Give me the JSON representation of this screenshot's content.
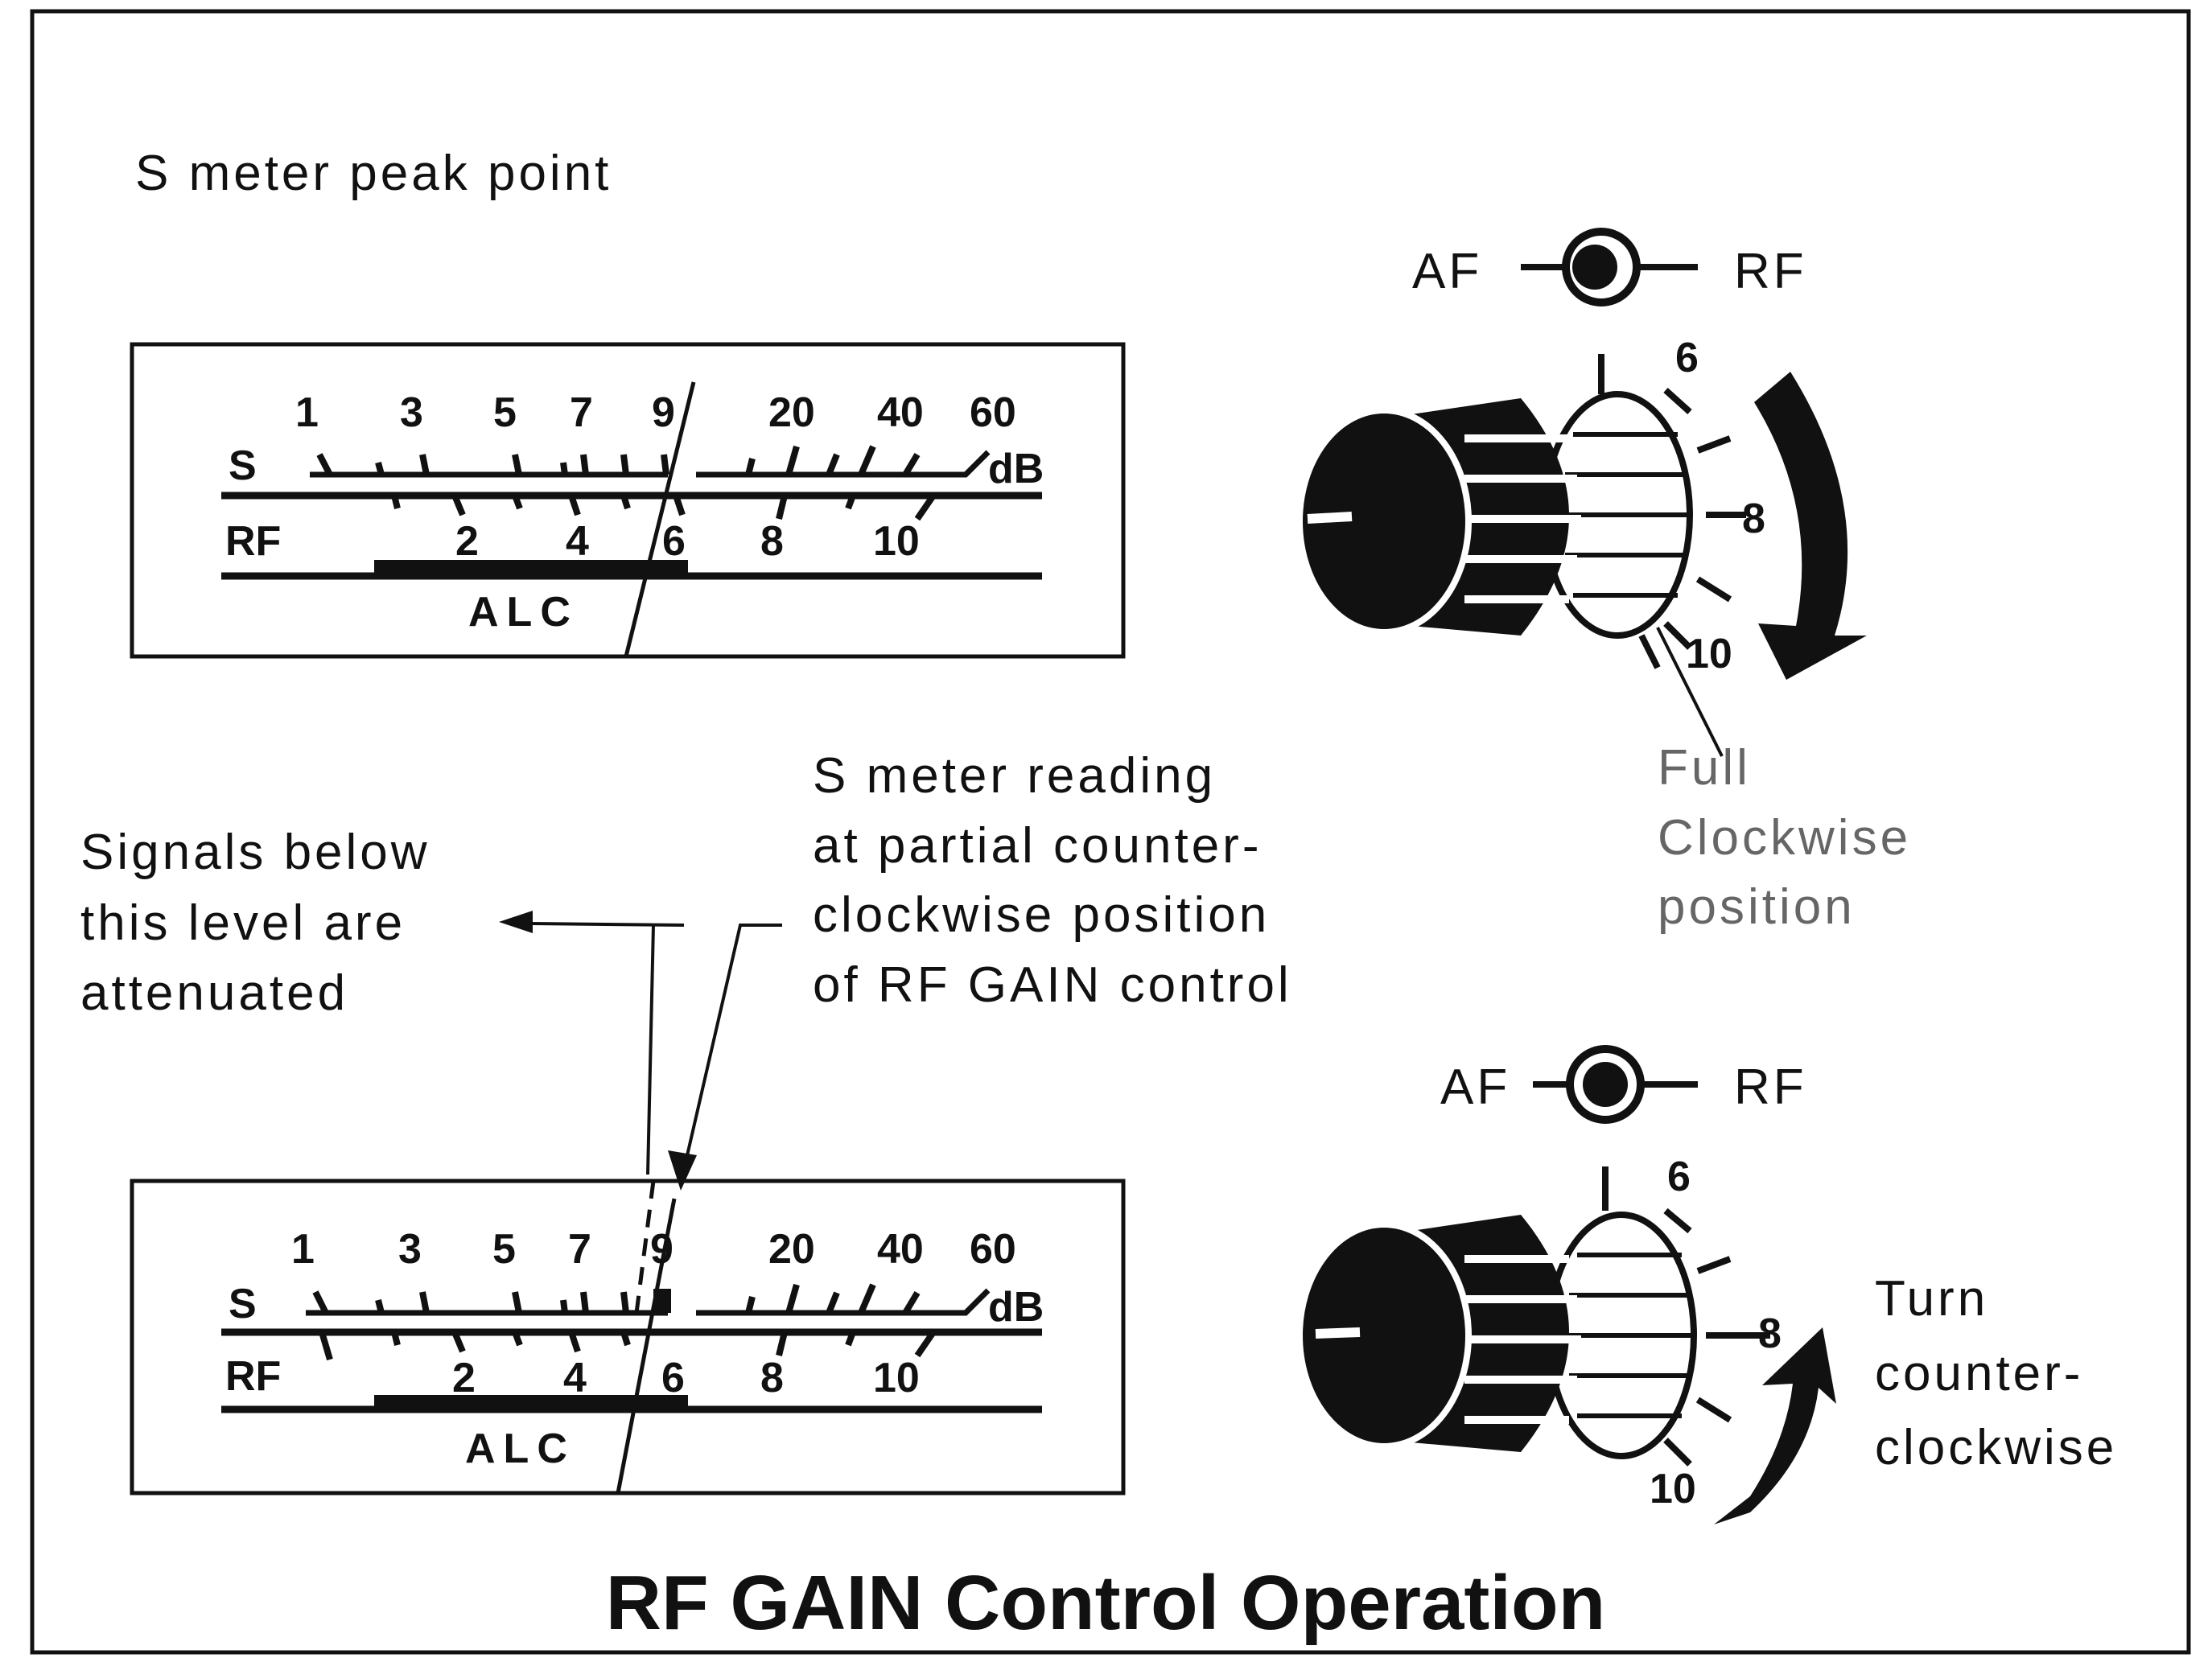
{
  "title": "RF GAIN Control Operation",
  "top": {
    "caption": "S meter peak point"
  },
  "meter": {
    "s_label": "S",
    "rf_label": "RF",
    "alc_label": "ALC",
    "db_label": "dB",
    "s_numbers": [
      "1",
      "3",
      "5",
      "7",
      "9",
      "20",
      "40",
      "60"
    ],
    "rf_numbers": [
      "2",
      "4",
      "6",
      "8",
      "10"
    ]
  },
  "switch": {
    "af_label": "AF",
    "rf_label": "RF"
  },
  "dial": {
    "marks": [
      "6",
      "8",
      "10"
    ]
  },
  "annotations": {
    "full_clockwise": [
      "Full",
      "Clockwise",
      "position"
    ],
    "signals_below": [
      "Signals below",
      "this level are",
      "attenuated"
    ],
    "reading": [
      "S meter reading",
      "at partial counter-",
      "clockwise position",
      "of RF GAIN control"
    ],
    "turn_ccw": [
      "Turn",
      "counter-",
      "clockwise"
    ]
  },
  "colors": {
    "ink": "#111111",
    "paper": "#ffffff"
  }
}
